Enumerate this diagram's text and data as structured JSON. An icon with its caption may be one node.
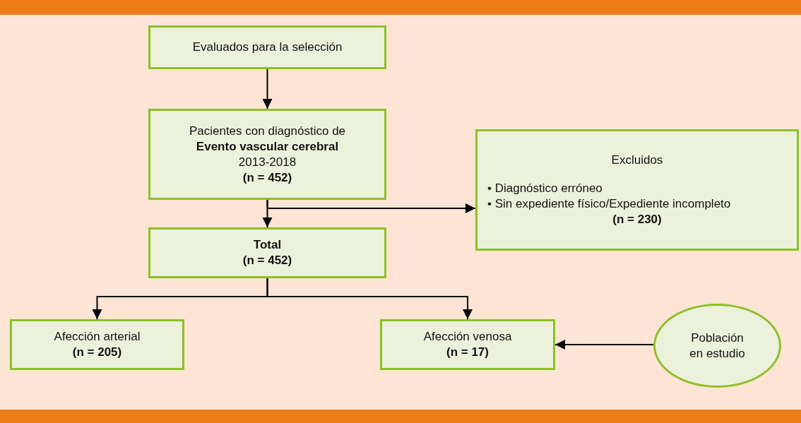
{
  "diagram": {
    "nodes": [
      {
        "text": [
          "Evaluados para la selección"
        ]
      },
      {
        "text": [
          "Pacientes con diagnóstico de",
          "Evento vascular cerebral",
          "2013-2018",
          "(n = 452)"
        ]
      },
      {
        "text": [
          "Excluidos",
          "• Diagnóstico erróneo",
          "• Sin expediente físico/Expediente incompleto",
          "(n = 230)"
        ]
      },
      {
        "text": [
          "Total",
          "(n = 452)"
        ]
      },
      {
        "text": [
          "Afección arterial",
          "(n = 205)"
        ]
      },
      {
        "text": [
          "Afección venosa",
          "(n = 17)"
        ]
      },
      {
        "text": [
          "Población en estudio"
        ]
      }
    ],
    "edges": [
      {
        "from": 0,
        "to": 1,
        "arrow": "to"
      },
      {
        "from": 1,
        "to": 3,
        "arrow": "to"
      },
      {
        "from": 1,
        "to": 2,
        "arrow": "to"
      },
      {
        "from": 3,
        "to": 4,
        "arrow": "to"
      },
      {
        "from": 3,
        "to": 5,
        "arrow": "to"
      },
      {
        "from": 6,
        "to": 5,
        "arrow": "to"
      }
    ]
  }
}
